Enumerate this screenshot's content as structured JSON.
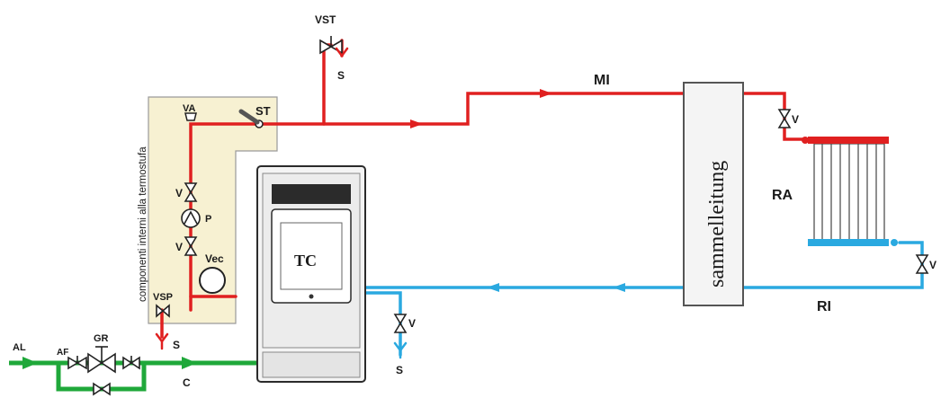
{
  "labels": {
    "vst": "VST",
    "s_top": "S",
    "mi": "MI",
    "st": "ST",
    "va": "VA",
    "v_left_upper": "V",
    "p": "P",
    "v_left_lower": "V",
    "vec": "Vec",
    "vsp": "VSP",
    "s_left": "S",
    "components_note": "componenti interni alla termostufa",
    "tc": "TC",
    "sammelleitung": "sammelleitung",
    "v_radiator_top": "V",
    "ra": "RA",
    "v_radiator_bottom": "V",
    "ri": "RI",
    "v_drain": "V",
    "s_drain": "S",
    "al": "AL",
    "af": "AF",
    "gr": "GR",
    "c": "C"
  },
  "colors": {
    "flow_pipe": "#e02020",
    "return_pipe": "#2aa9e0",
    "cold_water_pipe": "#1fa83a",
    "components_box": "#f7f1d2",
    "stove_dark": "#2b2b2b"
  }
}
